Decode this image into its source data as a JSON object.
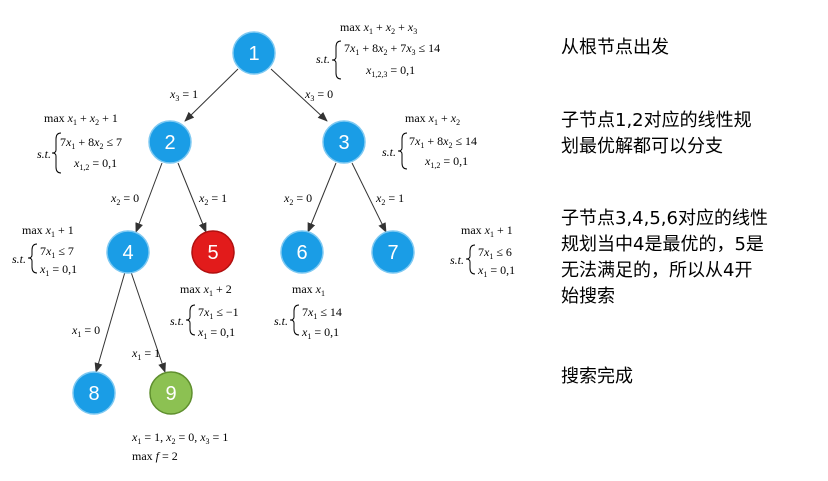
{
  "nodes": [
    {
      "id": "1",
      "label": "1",
      "fill": "#1a9de6",
      "stroke": "#7ec9f2"
    },
    {
      "id": "2",
      "label": "2",
      "fill": "#1a9de6",
      "stroke": "#7ec9f2"
    },
    {
      "id": "3",
      "label": "3",
      "fill": "#1a9de6",
      "stroke": "#7ec9f2"
    },
    {
      "id": "4",
      "label": "4",
      "fill": "#1a9de6",
      "stroke": "#7ec9f2"
    },
    {
      "id": "5",
      "label": "5",
      "fill": "#e21b1b",
      "stroke": "#b01010"
    },
    {
      "id": "6",
      "label": "6",
      "fill": "#1a9de6",
      "stroke": "#7ec9f2"
    },
    {
      "id": "7",
      "label": "7",
      "fill": "#1a9de6",
      "stroke": "#7ec9f2"
    },
    {
      "id": "8",
      "label": "8",
      "fill": "#1a9de6",
      "stroke": "#7ec9f2"
    },
    {
      "id": "9",
      "label": "9",
      "fill": "#8cc152",
      "stroke": "#5f8f2e"
    }
  ],
  "edges": [
    {
      "from": "1",
      "to": "2",
      "label": "x3 = 1"
    },
    {
      "from": "1",
      "to": "3",
      "label": "x3 = 0"
    },
    {
      "from": "2",
      "to": "4",
      "label": "x2 = 0"
    },
    {
      "from": "2",
      "to": "5",
      "label": "x2 = 1"
    },
    {
      "from": "3",
      "to": "6",
      "label": "x2 = 0"
    },
    {
      "from": "3",
      "to": "7",
      "label": "x2 = 1"
    },
    {
      "from": "4",
      "to": "8",
      "label": "x1 = 0"
    },
    {
      "from": "4",
      "to": "9",
      "label": "x1 = 1"
    }
  ],
  "formulas": {
    "n1": {
      "objective": "max x1 + x2 + x3",
      "constraint": "7x1 + 8x2 + 7x3 ≤ 14",
      "domain": "x1,2,3 = 0,1"
    },
    "n2": {
      "objective": "max x1 + x2 + 1",
      "constraint": "7x1 + 8x2 ≤ 7",
      "domain": "x1,2 = 0,1"
    },
    "n3": {
      "objective": "max x1 + x2",
      "constraint": "7x1 + 8x2 ≤ 14",
      "domain": "x1,2 = 0,1"
    },
    "n4": {
      "objective": "max x1 + 1",
      "constraint": "7x1 ≤ 7",
      "domain": "x1 = 0,1"
    },
    "n5": {
      "objective": "max x1 + 2",
      "constraint": "7x1 ≤ −1",
      "domain": "x1 = 0,1"
    },
    "n6": {
      "objective": "max x1",
      "constraint": "7x1 ≤ 14",
      "domain": "x1 = 0,1"
    },
    "n7": {
      "objective": "max x1 + 1",
      "constraint": "7x1 ≤ 6",
      "domain": "x1 = 0,1"
    },
    "st": "s.t.",
    "result_line1": "x1 = 1, x2 = 0, x3 = 1",
    "result_line2": "max f = 2"
  },
  "notes": {
    "step1": "从根节点出发",
    "step2": "子节点1,2对应的线性规\n划最优解都可以分支",
    "step3": "子节点3,4,5,6对应的线性\n规划当中4是最优的，5是\n无法满足的，所以从4开\n始搜索",
    "step4": "搜索完成"
  }
}
